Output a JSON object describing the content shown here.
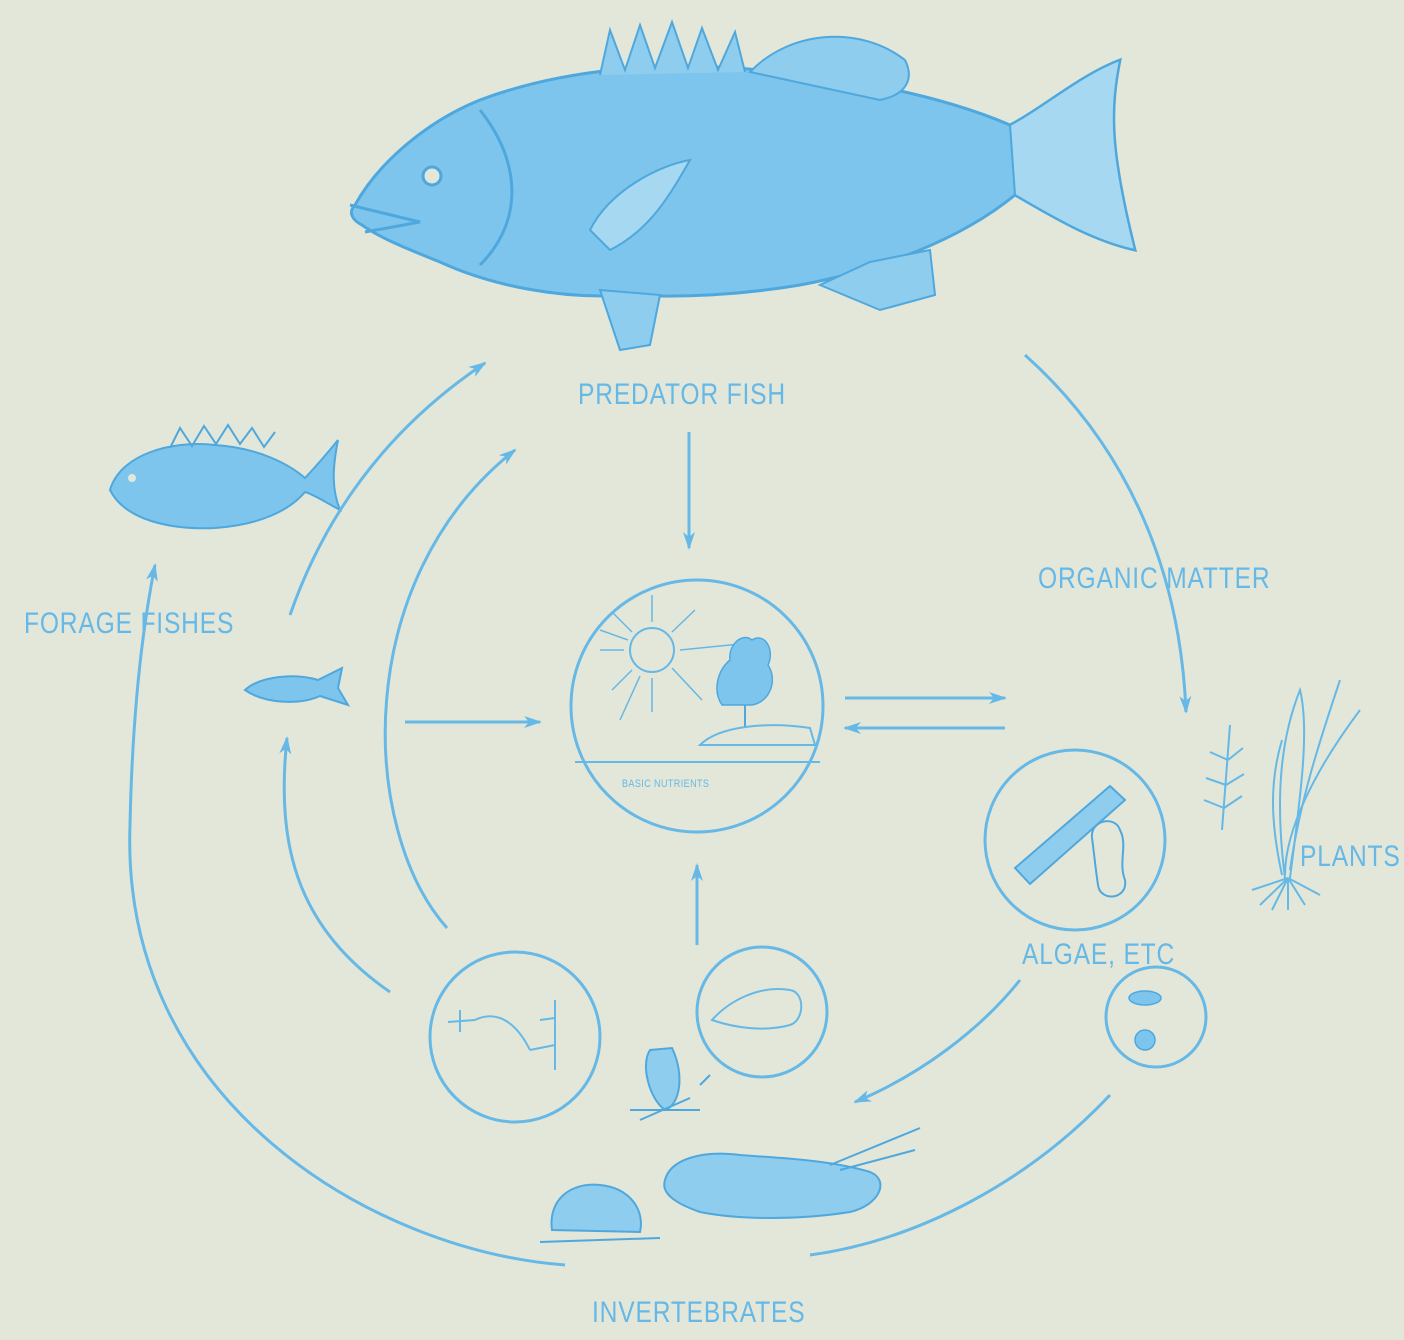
{
  "diagram": {
    "labels": {
      "predator": "PREDATOR FISH",
      "organic": "ORGANIC MATTER",
      "forage": "FORAGE FISHES",
      "plants": "PLANTS",
      "algae": "ALGAE, ETC",
      "invertebrates": "INVERTEBRATES",
      "nutrients": "BASIC NUTRIENTS"
    },
    "colors": {
      "ink": "#66b8e6",
      "background": "#e3e7d9"
    },
    "icons": [
      "bass-fish-icon",
      "sunfish-icon",
      "minnow-icon",
      "sun-tree-icon",
      "algae-icon",
      "aquatic-plants-icon",
      "crayfish-icon",
      "snail-icon",
      "insect-larva-icon"
    ]
  }
}
